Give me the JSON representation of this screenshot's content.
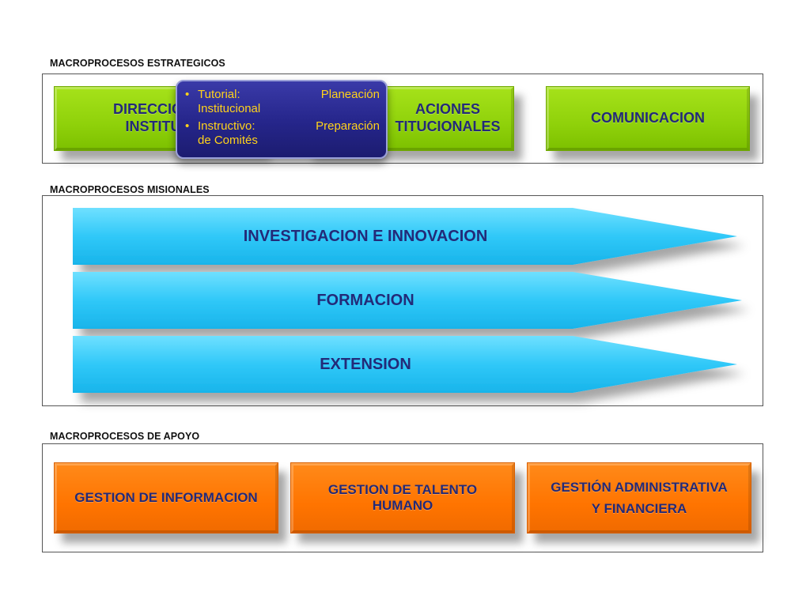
{
  "sections": {
    "estrategicos": "MACROPROCESOS ESTRATEGICOS",
    "misionales": "MACROPROCESOS MISIONALES",
    "apoyo": "MACROPROCESOS DE APOYO"
  },
  "estrategicos": {
    "box1": {
      "line1": "DIRECCIONA",
      "line2": "INSTITUC"
    },
    "box2": {
      "line1": "ACIONES",
      "line2": "TITUCIONALES"
    },
    "box3": "COMUNICACION"
  },
  "tooltip": {
    "item1": {
      "left": "Tutorial:",
      "right": "Planeación",
      "rest": "Institucional"
    },
    "item2": {
      "left": "Instructivo:",
      "right": "Preparación",
      "rest": "de Comités"
    }
  },
  "misionales": {
    "arrows": [
      "INVESTIGACION E INNOVACION",
      "FORMACION",
      "EXTENSION"
    ]
  },
  "apoyo": {
    "box1": "GESTION DE INFORMACION",
    "box2": {
      "line1": "GESTION DE TALENTO",
      "line2": "HUMANO"
    },
    "box3": {
      "line1": "GESTIÓN ADMINISTRATIVA",
      "line2": "Y FINANCIERA"
    }
  },
  "colors": {
    "green": "#8fd10a",
    "cyan": "#30c8f8",
    "orange": "#ff7400",
    "text": "#232a78",
    "tooltip_bg": "#25258a",
    "tooltip_text": "#ffd21a"
  }
}
